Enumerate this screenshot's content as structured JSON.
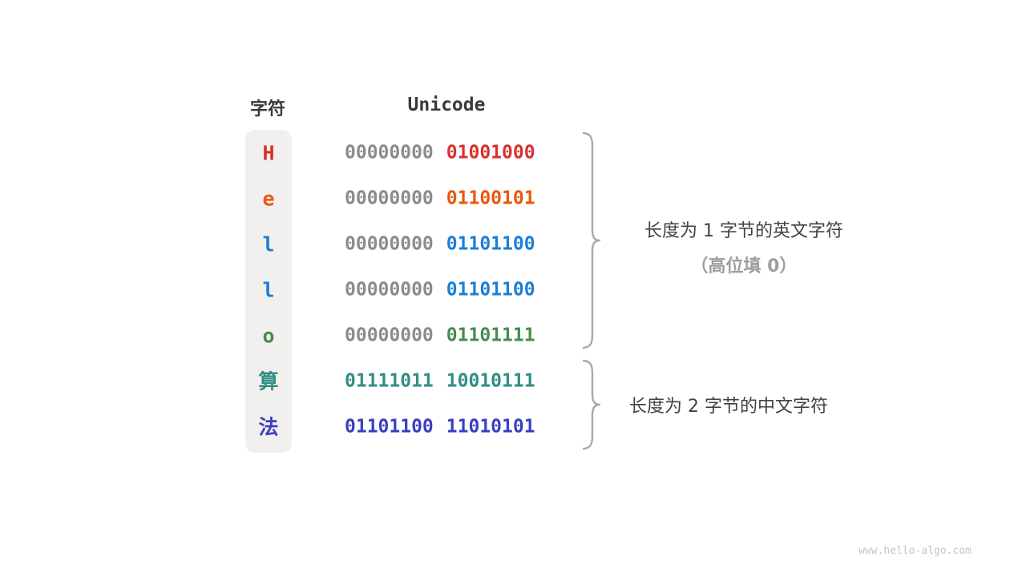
{
  "header": {
    "char_col": "字符",
    "unicode_col": "Unicode"
  },
  "rows": [
    {
      "char": "H",
      "color": "#d7312e",
      "byte1": "00000000",
      "byte1_color": "#8b8b8b",
      "byte2": "01001000",
      "byte2_color": "#d7312e"
    },
    {
      "char": "e",
      "color": "#e8590c",
      "byte1": "00000000",
      "byte1_color": "#8b8b8b",
      "byte2": "01100101",
      "byte2_color": "#e8590c"
    },
    {
      "char": "l",
      "color": "#1c7ed6",
      "byte1": "00000000",
      "byte1_color": "#8b8b8b",
      "byte2": "01101100",
      "byte2_color": "#1c7ed6"
    },
    {
      "char": "l",
      "color": "#1c7ed6",
      "byte1": "00000000",
      "byte1_color": "#8b8b8b",
      "byte2": "01101100",
      "byte2_color": "#1c7ed6"
    },
    {
      "char": "o",
      "color": "#468c4e",
      "byte1": "00000000",
      "byte1_color": "#8b8b8b",
      "byte2": "01101111",
      "byte2_color": "#468c4e"
    },
    {
      "char": "算",
      "color": "#2f8f85",
      "byte1": "01111011",
      "byte1_color": "#2f8f85",
      "byte2": "10010111",
      "byte2_color": "#2f8f85"
    },
    {
      "char": "法",
      "color": "#3a3fc1",
      "byte1": "01101100",
      "byte1_color": "#3a3fc1",
      "byte2": "11010101",
      "byte2_color": "#3a3fc1"
    }
  ],
  "annotations": {
    "english_line1": "长度为 1 字节的英文字符",
    "english_line2": "（高位填 0）",
    "chinese_label": "长度为 2 字节的中文字符"
  },
  "watermark": "www.hello-algo.com"
}
